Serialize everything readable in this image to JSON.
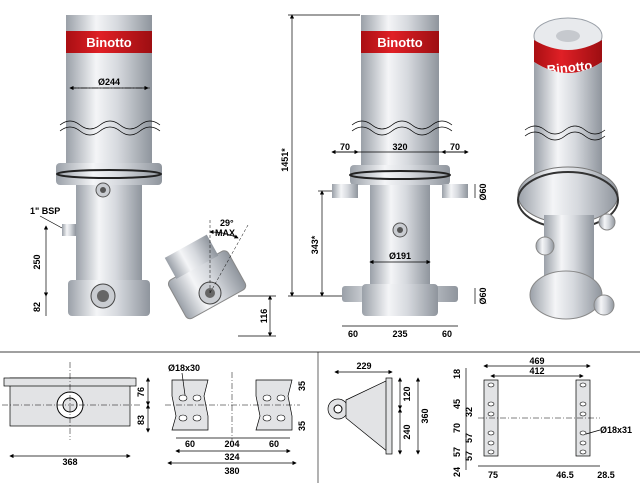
{
  "brand": {
    "name": "Binotto"
  },
  "colors": {
    "brand_band": "#d5161b",
    "metal_light": "#eef0f3",
    "metal_dark": "#9aa0a8",
    "drawing_fill": "#e2e3e5"
  },
  "views": {
    "side_view": {
      "diameter": "Ø244",
      "port_label": "1\" BSP",
      "height_250": "250",
      "height_82": "82"
    },
    "tilt_detail": {
      "angle": "29°",
      "angle_note": "MAX",
      "height_116": "116"
    },
    "front_view": {
      "total_height": "1451*",
      "mount_height": "343*",
      "left_70": "70",
      "width_320": "320",
      "right_70": "70",
      "pin_top": "Ø60",
      "body_diameter": "Ø191",
      "pin_bottom": "Ø60",
      "bottom_60_left": "60",
      "width_235": "235",
      "bottom_60_right": "60"
    }
  },
  "details": {
    "bracket_a": {
      "w_368": "368",
      "h_76": "76",
      "h_83": "83"
    },
    "plates": {
      "hole": "Ø18x30",
      "h_35_top": "35",
      "h_35_bottom": "35",
      "w_60_left": "60",
      "w_204": "204",
      "w_60_right": "60",
      "w_324": "324",
      "w_380": "380"
    },
    "bracket_b": {
      "w_229": "229",
      "h_120": "120",
      "h_240": "240",
      "h_360": "360"
    },
    "plate_pattern": {
      "w_469": "469",
      "w_412": "412",
      "d_18": "18",
      "d_45": "45",
      "d_32": "32",
      "d_70": "70",
      "d_57a": "57",
      "d_57b": "57",
      "d_57c": "57",
      "d_24": "24",
      "w_75": "75",
      "w_46_5": "46.5",
      "w_28_5": "28.5",
      "hole": "Ø18x31"
    }
  }
}
